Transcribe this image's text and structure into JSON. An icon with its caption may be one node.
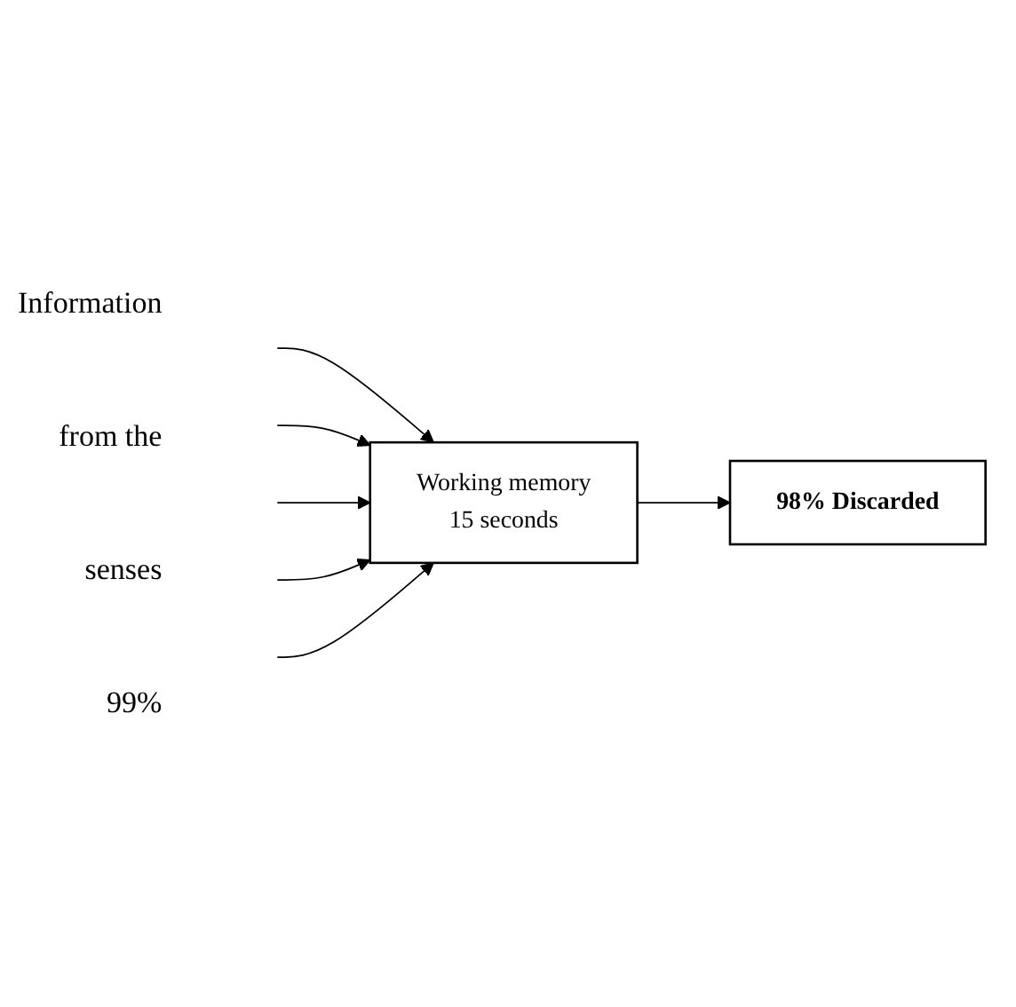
{
  "diagram": {
    "nodes": [
      {
        "text": [
          "Working memory",
          "15 seconds"
        ]
      },
      {
        "text": [
          "98% Discarded"
        ]
      }
    ],
    "edges": [
      {
        "from": null,
        "to": 0,
        "arrow": "to"
      },
      {
        "from": null,
        "to": 0,
        "arrow": "to"
      },
      {
        "from": null,
        "to": 0,
        "arrow": "to"
      },
      {
        "from": null,
        "to": 0,
        "arrow": "to"
      },
      {
        "from": null,
        "to": 0,
        "arrow": "to"
      },
      {
        "from": 0,
        "to": 1,
        "arrow": "to"
      }
    ],
    "labels": [
      "Information",
      "from the",
      "senses",
      "99%"
    ]
  }
}
